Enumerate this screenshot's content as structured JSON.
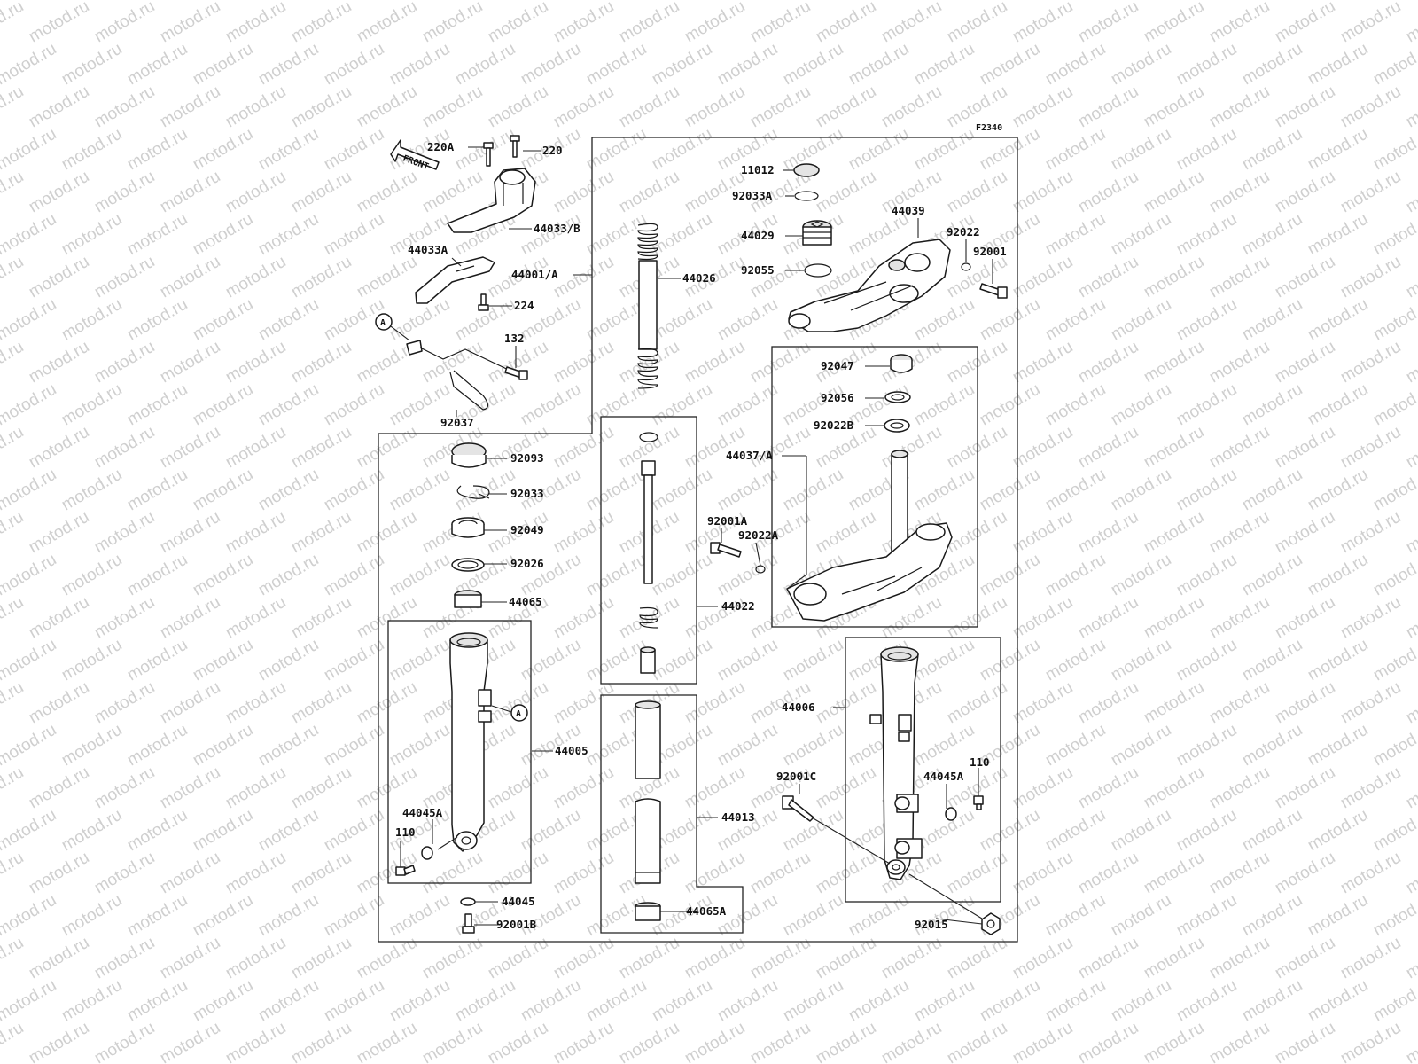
{
  "diagram": {
    "figure_code": "F2340",
    "watermark_text": "motod.ru",
    "front_label": "FRONT",
    "ref_marker": "A",
    "labels": {
      "p220A": "220A",
      "p220": "220",
      "p44033B": "44033/B",
      "p44033A": "44033A",
      "p224": "224",
      "p132": "132",
      "p92037": "92037",
      "p44001A": "44001/A",
      "p44026": "44026",
      "p11012": "11012",
      "p92033A": "92033A",
      "p44029": "44029",
      "p92055": "92055",
      "p44039": "44039",
      "p92022": "92022",
      "p92001": "92001",
      "p92047": "92047",
      "p92056": "92056",
      "p92022B": "92022B",
      "p44037A": "44037/A",
      "p92001A": "92001A",
      "p92022A": "92022A",
      "p92093": "92093",
      "p92033": "92033",
      "p92049": "92049",
      "p92026": "92026",
      "p44065": "44065",
      "p44022": "44022",
      "p44005": "44005",
      "p44006": "44006",
      "p44013": "44013",
      "p44045A_left": "44045A",
      "p110_left": "110",
      "p44045": "44045",
      "p92001B": "92001B",
      "p44065A": "44065A",
      "p92001C": "92001C",
      "p44045A_right": "44045A",
      "p110_right": "110",
      "p92015": "92015"
    }
  }
}
